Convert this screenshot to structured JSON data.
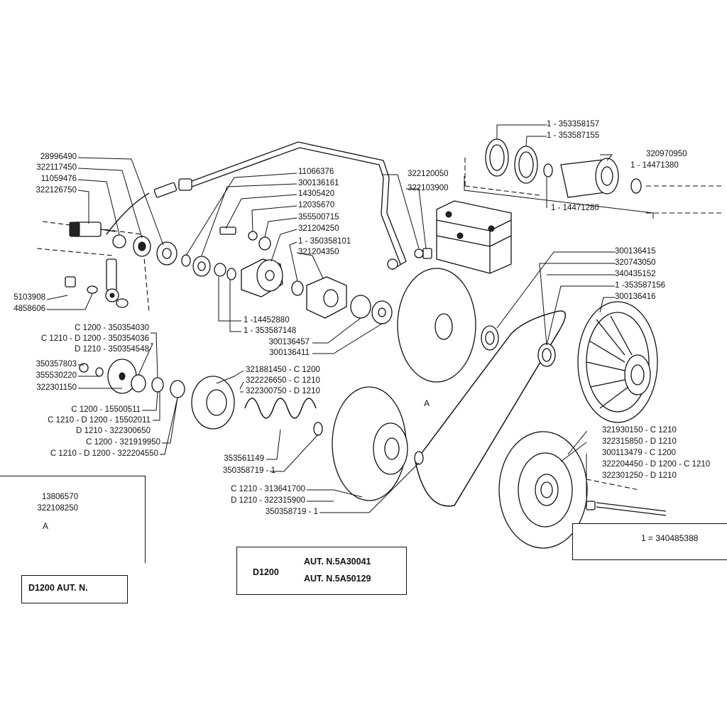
{
  "labels_left": {
    "p28996490": "28996490",
    "p322117450": "322117450",
    "p11059476": "11059476",
    "p322126750": "322126750",
    "p5103908": "5103908",
    "p4858606": "4858606",
    "c1200_350354030": "C 1200 - 350354030",
    "c1210_350354036": "C 1210 - D 1200 - 350354036",
    "d1210_350354548": "D 1210 - 350354548",
    "p350357803": "350357803",
    "p355530220": "355530220",
    "p322301150": "322301150",
    "c1200_15500511": "C 1200 - 15500511",
    "c1210_15502011": "C 1210 - D 1200 - 15502011",
    "d1210_322300650": "D 1210 - 322300650",
    "c1200_321919950": "C 1200 - 321919950",
    "c1210_322204550": "C 1210 - D 1200 - 322204550",
    "p13806570": "13806570",
    "p322108250": "322108250",
    "detail_a": "A"
  },
  "labels_center": {
    "p11066376": "11066376",
    "p300136161": "300136161",
    "p14305420": "14305420",
    "p12035670": "12035670",
    "p355500715": "355500715",
    "p321204250": "321204250",
    "q350358101": "1 - 350358101",
    "p321204350": "321204350",
    "q14452880": "1 -14452880",
    "q353587148": "1 - 353587148",
    "p300136457": "300136457",
    "p300136411": "300136411",
    "c1200_321881450": "321881450 - C 1200",
    "c1210_322226650": "322226650 - C 1210",
    "d1210_322300750": "322300750 - D 1210",
    "p353561149": "353561149",
    "q350358719a": "350358719 - 1",
    "c1210_313641700": "C 1210 - 313641700",
    "d1210_322315900": "D 1210 - 322315900",
    "q350358719b": "350358719 - 1",
    "p322120050": "322120050",
    "p322103900": "322103900",
    "marker_a": "A"
  },
  "labels_right": {
    "q353358157": "1 - 353358157",
    "q353587155": "1 - 353587155",
    "p320970950": "320970950",
    "q14471380": "1 - 14471380",
    "q14471280": "1 - 14471280",
    "p300136415": "300136415",
    "p320743050": "320743050",
    "p340435152": "340435152",
    "q353587156": "1 -353587156",
    "p300136416": "300136416",
    "c1210_321930150": "321930150 - C 1210",
    "d1210_322315850": "322315850 - D 1210",
    "c1200_300113479": "300113479 - C 1200",
    "d1200_322204450": "322204450 - D 1200 - C 1210",
    "d1210_322301250": "322301250 - D 1210",
    "kit_340485388": "1 = 340485388"
  },
  "info_boxes": {
    "model_left": "D1200  AUT. N.",
    "model_center": "D1200",
    "aut_1": "AUT. N.5A30041",
    "aut_2": "AUT. N.5A50129"
  }
}
